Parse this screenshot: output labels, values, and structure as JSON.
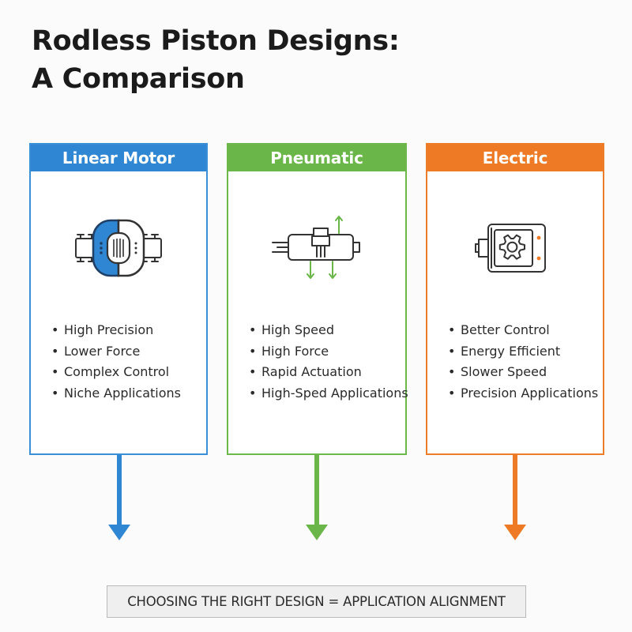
{
  "title": {
    "line1": "Rodless Piston Designs:",
    "line2": "A Comparison"
  },
  "cards": [
    {
      "name": "Linear Motor",
      "color": "#2f86d3",
      "icon": "linear-motor-icon",
      "features": [
        "High Precision",
        "Lower Force",
        "Complex Control",
        "Niche Applications"
      ]
    },
    {
      "name": "Pneumatic",
      "color": "#6ab648",
      "icon": "pneumatic-cylinder-icon",
      "features": [
        "High Speed",
        "High Force",
        "Rapid Actuation",
        "High-Sped Applications"
      ]
    },
    {
      "name": "Electric",
      "color": "#ee7a26",
      "icon": "electric-gear-motor-icon",
      "features": [
        "Better Control",
        "Energy Efficient",
        "Slower Speed",
        "Precision Applications"
      ]
    }
  ],
  "bullet": "•",
  "footer": "CHOOSING THE RIGHT DESIGN = APPLICATION ALIGNMENT"
}
